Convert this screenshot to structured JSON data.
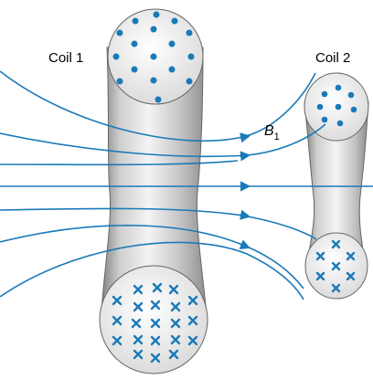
{
  "labels": {
    "coil1": "Coil 1",
    "coil2": "Coil 2",
    "field_symbol": "B",
    "field_subscript": "1"
  },
  "colors": {
    "field_line": "#1a7ab8",
    "dot_marker": "#1a7ab8",
    "cross_marker": "#1a7ab8",
    "coil_face": "#e4e4e4",
    "coil_body_light": "#f2f2f2",
    "coil_body_dark": "#8d8d8d",
    "coil_outline": "#555555"
  },
  "symbols": {
    "current_out": "dot",
    "current_in": "cross"
  }
}
